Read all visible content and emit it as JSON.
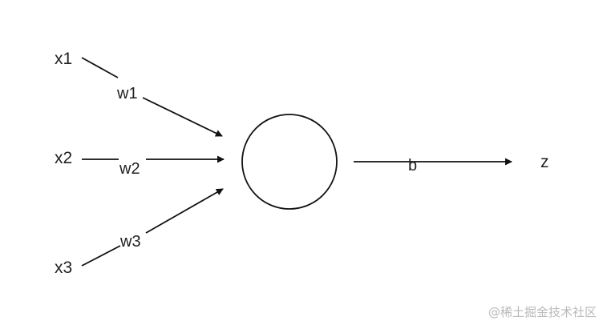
{
  "diagram": {
    "inputs": [
      {
        "label": "x1",
        "weight": "w1"
      },
      {
        "label": "x2",
        "weight": "w2"
      },
      {
        "label": "x3",
        "weight": "w3"
      }
    ],
    "bias": "b",
    "output": "z"
  },
  "watermark": "@稀土掘金技术社区",
  "colors": {
    "stroke": "#111111",
    "text": "#222222",
    "watermark": "#b9b9b9"
  }
}
